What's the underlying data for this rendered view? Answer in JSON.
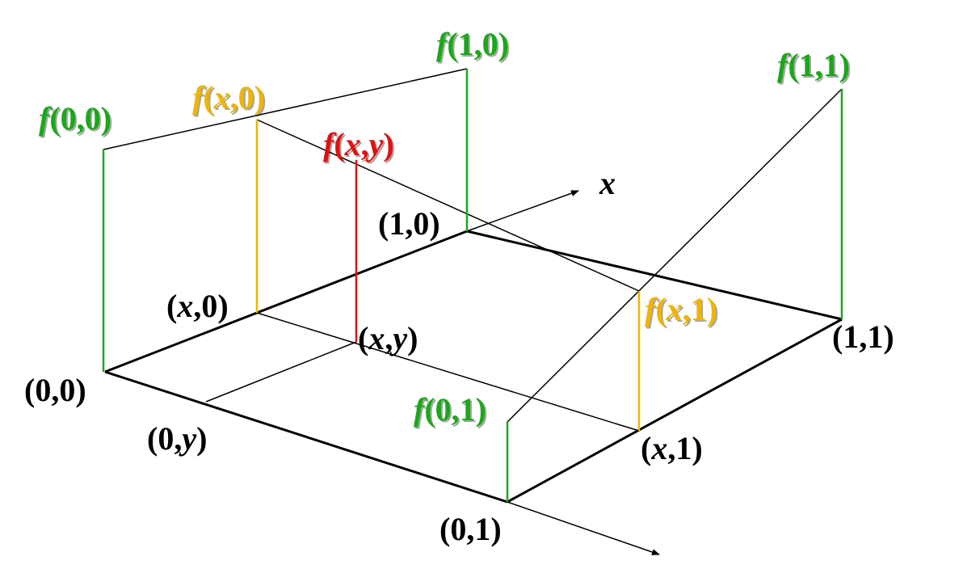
{
  "colors": {
    "green": "#1aa81a",
    "yellow": "#f0b400",
    "red": "#e01010",
    "black": "#000000"
  },
  "labels": {
    "f00": {
      "f": "f",
      "args": "(0,0)"
    },
    "f10": {
      "f": "f",
      "args": "(1,0)"
    },
    "f11": {
      "f": "f",
      "args": "(1,1)"
    },
    "f01": {
      "f": "f",
      "args": "(0,1)"
    },
    "fx0": {
      "f": "f",
      "open": "(",
      "var": "x",
      "rest": ",0)"
    },
    "fx1": {
      "f": "f",
      "open": "(",
      "var": "x",
      "rest": ",1)"
    },
    "fxy": {
      "f": "f",
      "open": "(",
      "var1": "x",
      "comma": ",",
      "var2": "y",
      "close": ")"
    },
    "p00": "(0,0)",
    "p10": "(1,0)",
    "p11": "(1,1)",
    "p01": "(0,1)",
    "px0": {
      "open": "(",
      "var": "x",
      "rest": ",0)"
    },
    "px1": {
      "open": "(",
      "var": "x",
      "rest": ",1)"
    },
    "pxy": {
      "open": "(",
      "var1": "x",
      "comma": ",",
      "var2": "y",
      "close": ")"
    },
    "p0y": {
      "prefix": "(0,",
      "var": "y",
      "close": ")"
    },
    "x_axis": "x"
  }
}
